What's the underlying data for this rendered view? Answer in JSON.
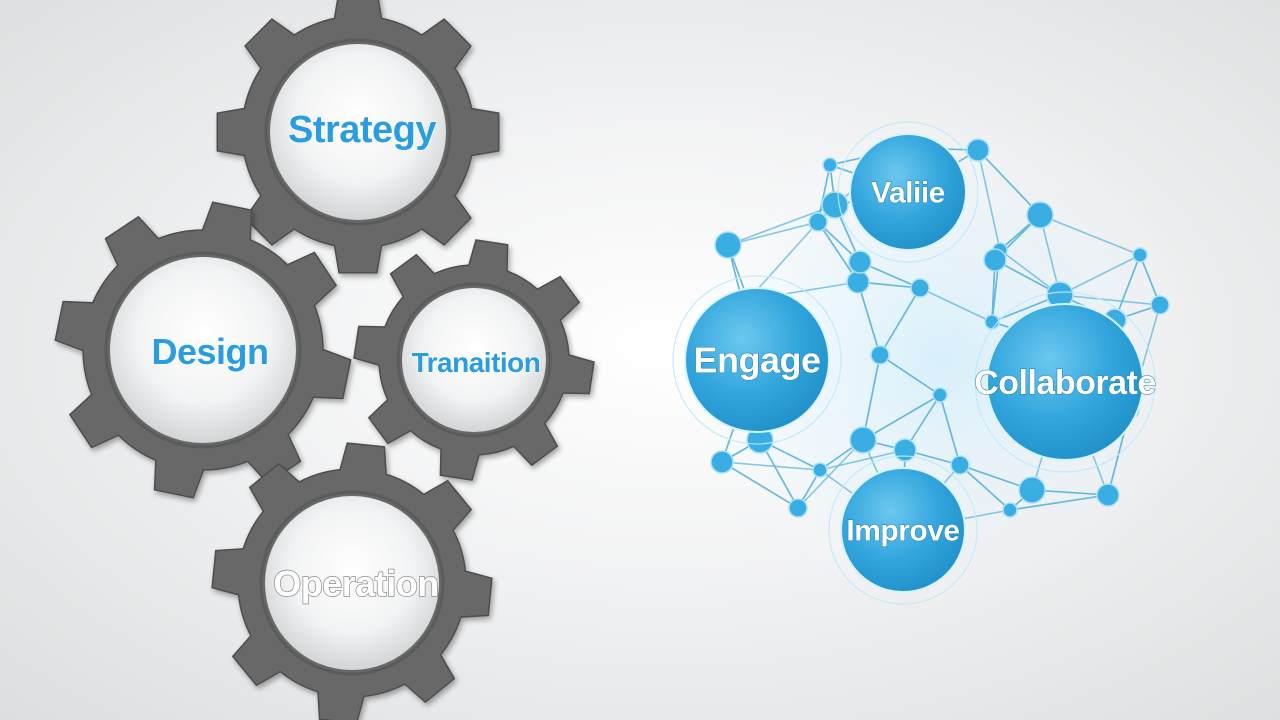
{
  "gears": {
    "strategy": "Strategy",
    "design": "Design",
    "transition": "Tranaition",
    "operation": "Operation"
  },
  "network": {
    "value": "Valiie",
    "engage": "Engage",
    "collaborate": "Collaborate",
    "improve": "Improve"
  },
  "colors": {
    "gear": "#676869",
    "accent_blue": "#2a9de0",
    "bubble_blue": "#3aaee3"
  }
}
